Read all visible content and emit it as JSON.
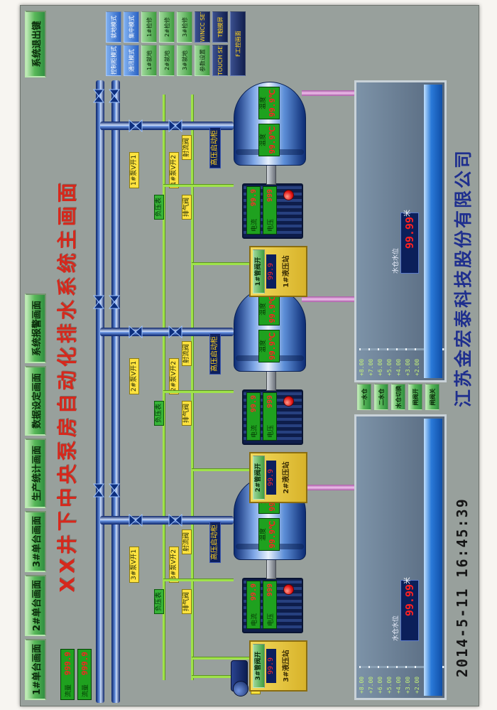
{
  "window": {
    "title": "XX井下中央泵房自动化排水系统主画面"
  },
  "nav": {
    "buttons": [
      "1#单台画面",
      "2#单台画面",
      "3#单台画面",
      "生产统计画面",
      "数据设定画面",
      "系统报警画面"
    ],
    "exit_button": "系统退出键"
  },
  "mode_buttons": [
    {
      "label": "控制柜模式",
      "style": "blue"
    },
    {
      "label": "就地模式",
      "style": "blue"
    },
    {
      "label": "通讯模式",
      "style": "blue"
    },
    {
      "label": "集中模式",
      "style": "blue"
    },
    {
      "label": "1#就地",
      "style": "green"
    },
    {
      "label": "1#检修",
      "style": "green"
    },
    {
      "label": "2#就地",
      "style": "green"
    },
    {
      "label": "2#检修",
      "style": "green"
    },
    {
      "label": "3#就地",
      "style": "green"
    },
    {
      "label": "3#检修",
      "style": "green"
    },
    {
      "label": "参数设置",
      "style": "green"
    },
    {
      "label": "WINCC SET",
      "style": "dark"
    },
    {
      "label": "TOUCH SET",
      "style": "dark"
    },
    {
      "label": "T触摸屏",
      "style": "dark"
    },
    {
      "label": "F工控画面",
      "style": "dark"
    }
  ],
  "flow_displays": [
    {
      "label": "流量",
      "value": "999.9"
    },
    {
      "label": "流量",
      "value": "999.9"
    }
  ],
  "units": [
    {
      "id": "3",
      "v_open": [
        "3#泵V开1",
        "3#泵V开2"
      ],
      "starter": "高压启动柜",
      "gauge": "负压表",
      "vent": "排气阀",
      "jet": "射流阀",
      "motor": {
        "current_label": "电流",
        "current": "99.9",
        "voltage_label": "电压",
        "voltage": "999"
      },
      "pump": {
        "temp_label": "温度",
        "temp1": "99.9",
        "temp2": "99.9",
        "temp_unit": "℃"
      },
      "hydraulic": {
        "button": "3#管阀开",
        "value": "99.9",
        "name": "3#液压站"
      }
    },
    {
      "id": "2",
      "v_open": [
        "2#泵V开1",
        "2#泵V开2"
      ],
      "starter": "高压启动柜",
      "gauge": "负压表",
      "vent": "排气阀",
      "jet": "射流阀",
      "motor": {
        "current_label": "电流",
        "current": "99.9",
        "voltage_label": "电压",
        "voltage": "999"
      },
      "pump": {
        "temp_label": "温度",
        "temp1": "99.9",
        "temp2": "99.9",
        "temp_unit": "℃"
      },
      "hydraulic": {
        "button": "2#管阀开",
        "value": "99.9",
        "name": "2#液压站"
      }
    },
    {
      "id": "1",
      "v_open": [
        "1#泵V开1",
        "1#泵V开2"
      ],
      "starter": "高压启动柜",
      "gauge": "负压表",
      "vent": "排气阀",
      "jet": "射流阀",
      "motor": {
        "current_label": "电流",
        "current": "99.9",
        "voltage_label": "电压",
        "voltage": "999"
      },
      "pump": {
        "temp_label": "温度",
        "temp1": "99.9",
        "temp2": "99.9",
        "temp_unit": "℃"
      },
      "hydraulic": {
        "button": "1#管阀开",
        "value": "99.9",
        "name": "1#液压站"
      }
    }
  ],
  "sumps": [
    {
      "scale": [
        "+8.00",
        "+7.00",
        "+6.00",
        "+5.00",
        "+4.00",
        "+3.00",
        "+2.00",
        "+1.00",
        "+0.00"
      ],
      "label": "水仓水位",
      "value": "99.99",
      "unit": "米"
    },
    {
      "scale": [
        "+8.00",
        "+7.00",
        "+6.00",
        "+5.00",
        "+4.00",
        "+3.00",
        "+2.00",
        "+1.00",
        "+0.00"
      ],
      "label": "水仓水位",
      "value": "99.99",
      "unit": "米"
    }
  ],
  "sump_buttons": [
    "一水仓",
    "二水仓",
    "水仓切换",
    "闸阀开",
    "闸阀关"
  ],
  "jet_pump_label": "射流泵",
  "footer": {
    "datetime": "2014-5-11  16:45:39",
    "company": "江苏金宏泰科技股份有限公司"
  },
  "colors": {
    "background": "#98a09c",
    "button_green": "#59b859",
    "title_red": "#d6281c",
    "pipe_blue": "#1c3f9e",
    "signal_green": "#9fe34a",
    "suction_pink": "#d98fd4",
    "display_green": "#1fa11f",
    "digit_red": "#ff2020",
    "company_navy": "#1f2f8e",
    "hydraulic_yellow": "#e9c83d"
  }
}
